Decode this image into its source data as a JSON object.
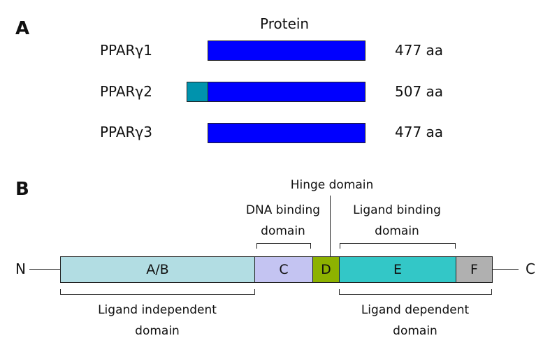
{
  "panel_a": {
    "label": "A",
    "title": "Protein",
    "isoforms": [
      {
        "name": "PPARγ1",
        "length": "477 aa"
      },
      {
        "name": "PPARγ2",
        "length": "507 aa"
      },
      {
        "name": "PPARγ3",
        "length": "477 aa"
      }
    ],
    "colors": {
      "main": "#0000ff",
      "extension": "#0093ad"
    }
  },
  "panel_b": {
    "label": "B",
    "n_term": "N",
    "c_term": "C",
    "domains": [
      {
        "label": "A/B",
        "color": "#b2dde3"
      },
      {
        "label": "C",
        "color": "#c4c4f2"
      },
      {
        "label": "D",
        "color": "#8db200"
      },
      {
        "label": "E",
        "color": "#33c7c7"
      },
      {
        "label": "F",
        "color": "#b0b0b0"
      }
    ],
    "annotations": {
      "hinge": "Hinge domain",
      "dna_binding_1": "DNA binding",
      "dna_binding_2": "domain",
      "ligand_binding_1": "Ligand binding",
      "ligand_binding_2": "domain",
      "ligand_independent_1": "Ligand independent",
      "ligand_independent_2": "domain",
      "ligand_dependent_1": "Ligand dependent",
      "ligand_dependent_2": "domain"
    }
  }
}
